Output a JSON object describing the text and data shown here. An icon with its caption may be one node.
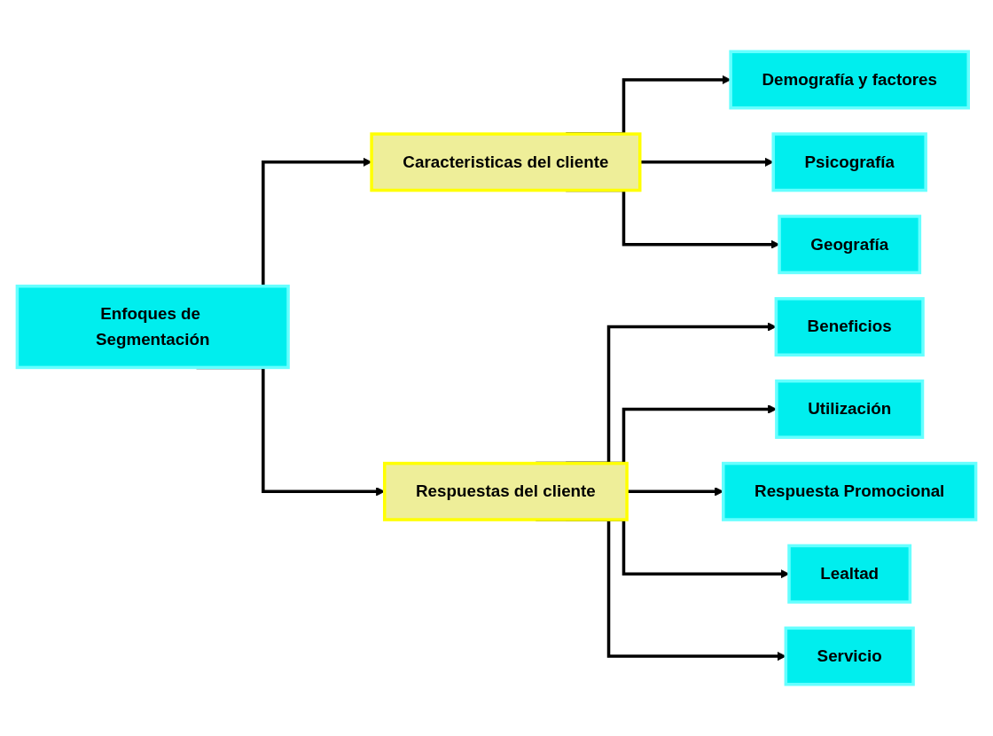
{
  "diagram": {
    "nodes": [
      {
        "text": [
          "Enfoques de Segmentación"
        ]
      },
      {
        "text": [
          "Caracteristicas del cliente"
        ]
      },
      {
        "text": [
          "Respuestas del cliente"
        ]
      },
      {
        "text": [
          "Demografía y factores"
        ]
      },
      {
        "text": [
          "Psicografía"
        ]
      },
      {
        "text": [
          "Geografía"
        ]
      },
      {
        "text": [
          "Beneficios"
        ]
      },
      {
        "text": [
          "Utilización"
        ]
      },
      {
        "text": [
          "Respuesta Promocional"
        ]
      },
      {
        "text": [
          "Lealtad"
        ]
      },
      {
        "text": [
          "Servicio"
        ]
      }
    ],
    "edges": [
      {
        "from": 0,
        "to": 1,
        "arrow": "to"
      },
      {
        "from": 0,
        "to": 2,
        "arrow": "to"
      },
      {
        "from": 1,
        "to": 3,
        "arrow": "to"
      },
      {
        "from": 1,
        "to": 4,
        "arrow": "to"
      },
      {
        "from": 1,
        "to": 5,
        "arrow": "to"
      },
      {
        "from": 2,
        "to": 6,
        "arrow": "to"
      },
      {
        "from": 2,
        "to": 7,
        "arrow": "to"
      },
      {
        "from": 2,
        "to": 8,
        "arrow": "to"
      },
      {
        "from": 2,
        "to": 9,
        "arrow": "to"
      },
      {
        "from": 2,
        "to": 10,
        "arrow": "to"
      }
    ]
  }
}
